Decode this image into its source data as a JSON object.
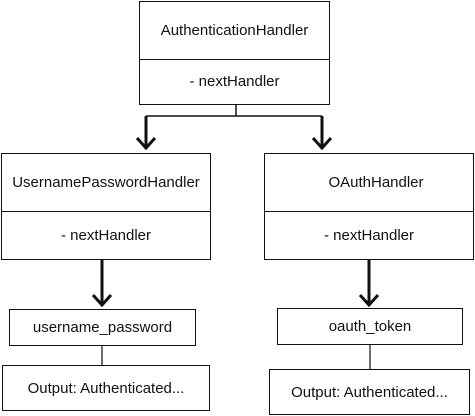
{
  "nodes": {
    "auth": {
      "name": "AuthenticationHandler",
      "field": "- nextHandler"
    },
    "userpass": {
      "name": "UsernamePasswordHandler",
      "field": "- nextHandler"
    },
    "oauth": {
      "name": "OAuthHandler",
      "field": "- nextHandler"
    },
    "userpass_input": {
      "label": "username_password"
    },
    "oauth_input": {
      "label": "oauth_token"
    },
    "userpass_output": {
      "label": "Output: Authenticated..."
    },
    "oauth_output": {
      "label": "Output: Authenticated..."
    }
  }
}
